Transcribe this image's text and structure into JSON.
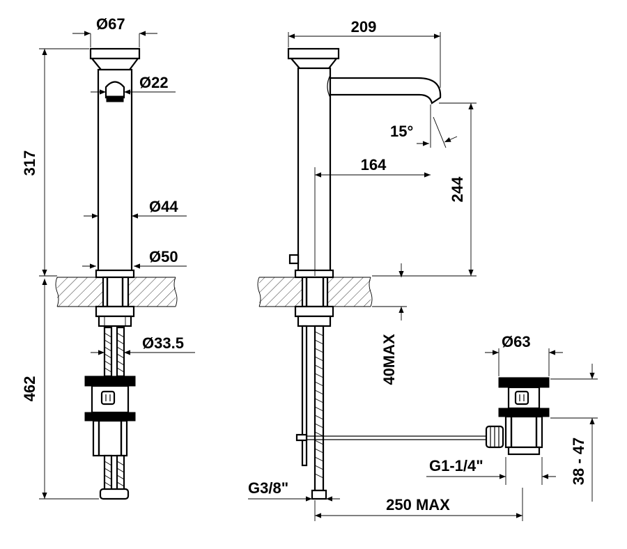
{
  "dimensions": {
    "front_top_diameter": "Ø67",
    "front_aerator_diameter": "Ø22",
    "front_body_diameter": "Ø44",
    "front_base_diameter": "Ø50",
    "front_shank_diameter": "Ø33.5",
    "front_height_above_deck": "317",
    "front_depth_below_deck": "462",
    "side_total_reach": "209",
    "side_spout_angle": "15°",
    "side_spout_reach": "164",
    "side_spout_height": "244",
    "side_deck_thickness": "40MAX",
    "waste_cap_diameter": "Ø63",
    "waste_thread": "G1-1/4\"",
    "waste_height_range": "38 - 47",
    "supply_thread": "G3/8\"",
    "rod_length": "250 MAX"
  }
}
